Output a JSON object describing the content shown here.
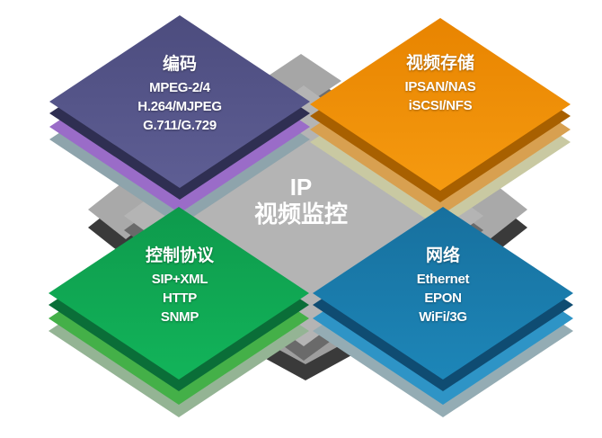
{
  "center": {
    "line1": "IP",
    "line2": "视频监控",
    "color": "#b4b4b4"
  },
  "blocks": [
    {
      "id": "encoding",
      "title": "编码",
      "lines": [
        "MPEG-2/4",
        "H.264/MJPEG",
        "G.711/G.729"
      ],
      "colors": {
        "face": "#4c4c7e",
        "face2": "#5e5e94",
        "side": "#2f2f52",
        "stripe": "#9a6cc8",
        "base": "#8ea4ac"
      }
    },
    {
      "id": "storage",
      "title": "视频存储",
      "lines": [
        "IPSAN/NAS",
        "iSCSI/NFS"
      ],
      "colors": {
        "face": "#e88400",
        "face2": "#f59a10",
        "side": "#a86000",
        "stripe": "#d8a050",
        "base": "#c9c9a2"
      }
    },
    {
      "id": "control",
      "title": "控制协议",
      "lines": [
        "SIP+XML",
        "HTTP",
        "SNMP"
      ],
      "colors": {
        "face": "#0e9a4c",
        "face2": "#12b45a",
        "side": "#0a6e38",
        "stripe": "#44b048",
        "base": "#94b494"
      }
    },
    {
      "id": "network",
      "title": "网络",
      "lines": [
        "Ethernet",
        "EPON",
        "WiFi/3G"
      ],
      "colors": {
        "face": "#17709e",
        "face2": "#1d86b8",
        "side": "#0f4c72",
        "stripe": "#2e94c6",
        "base": "#94acb4"
      }
    }
  ]
}
